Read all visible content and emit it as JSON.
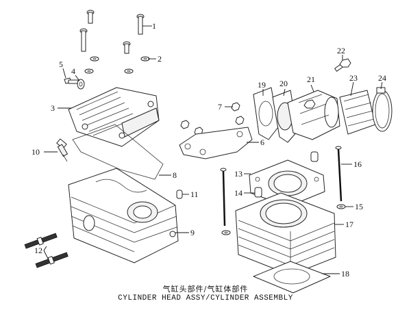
{
  "caption": {
    "chinese": "气缸头部件/气缸体部件",
    "english": "CYLINDER HEAD ASSY/CYLINDER ASSEMBLY"
  },
  "callouts": {
    "c1": "1",
    "c2": "2",
    "c3": "3",
    "c4": "4",
    "c5": "5",
    "c6": "6",
    "c7": "7",
    "c8": "8",
    "c9": "9",
    "c10": "10",
    "c11": "11",
    "c12": "12",
    "c13": "13",
    "c14": "14",
    "c15": "15",
    "c16": "16",
    "c17": "17",
    "c18": "18",
    "c19": "19",
    "c20": "20",
    "c21": "21",
    "c22": "22",
    "c23": "23",
    "c24": "24"
  }
}
